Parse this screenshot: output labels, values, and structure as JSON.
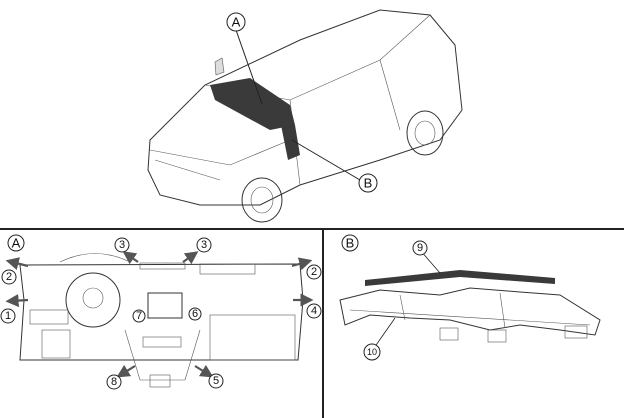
{
  "figure": {
    "callouts": {
      "A": "A",
      "B": "B"
    },
    "panel_a": {
      "label": "A",
      "items": [
        "1",
        "2",
        "2",
        "3",
        "3",
        "4",
        "5",
        "6",
        "7",
        "8"
      ]
    },
    "panel_b": {
      "label": "B",
      "items": [
        "9",
        "10"
      ]
    }
  },
  "colors": {
    "line": "#333333",
    "shade": "#3a3a3a",
    "frame": "#222222"
  }
}
